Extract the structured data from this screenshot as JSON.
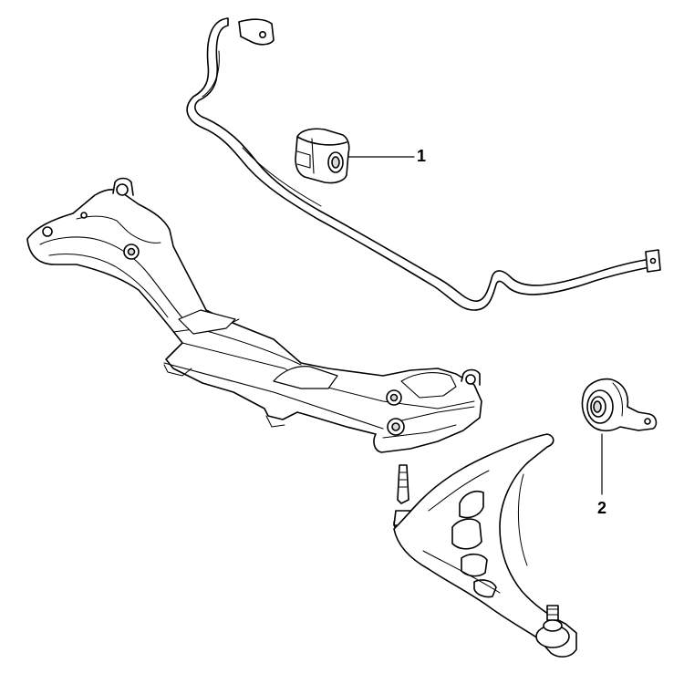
{
  "diagram": {
    "colors": {
      "line": "#000000",
      "fill": "#ffffff",
      "shade": "#d9d9d9",
      "background": "#ffffff"
    },
    "callouts": [
      {
        "id": "1",
        "label": "1"
      },
      {
        "id": "2",
        "label": "2"
      }
    ]
  }
}
